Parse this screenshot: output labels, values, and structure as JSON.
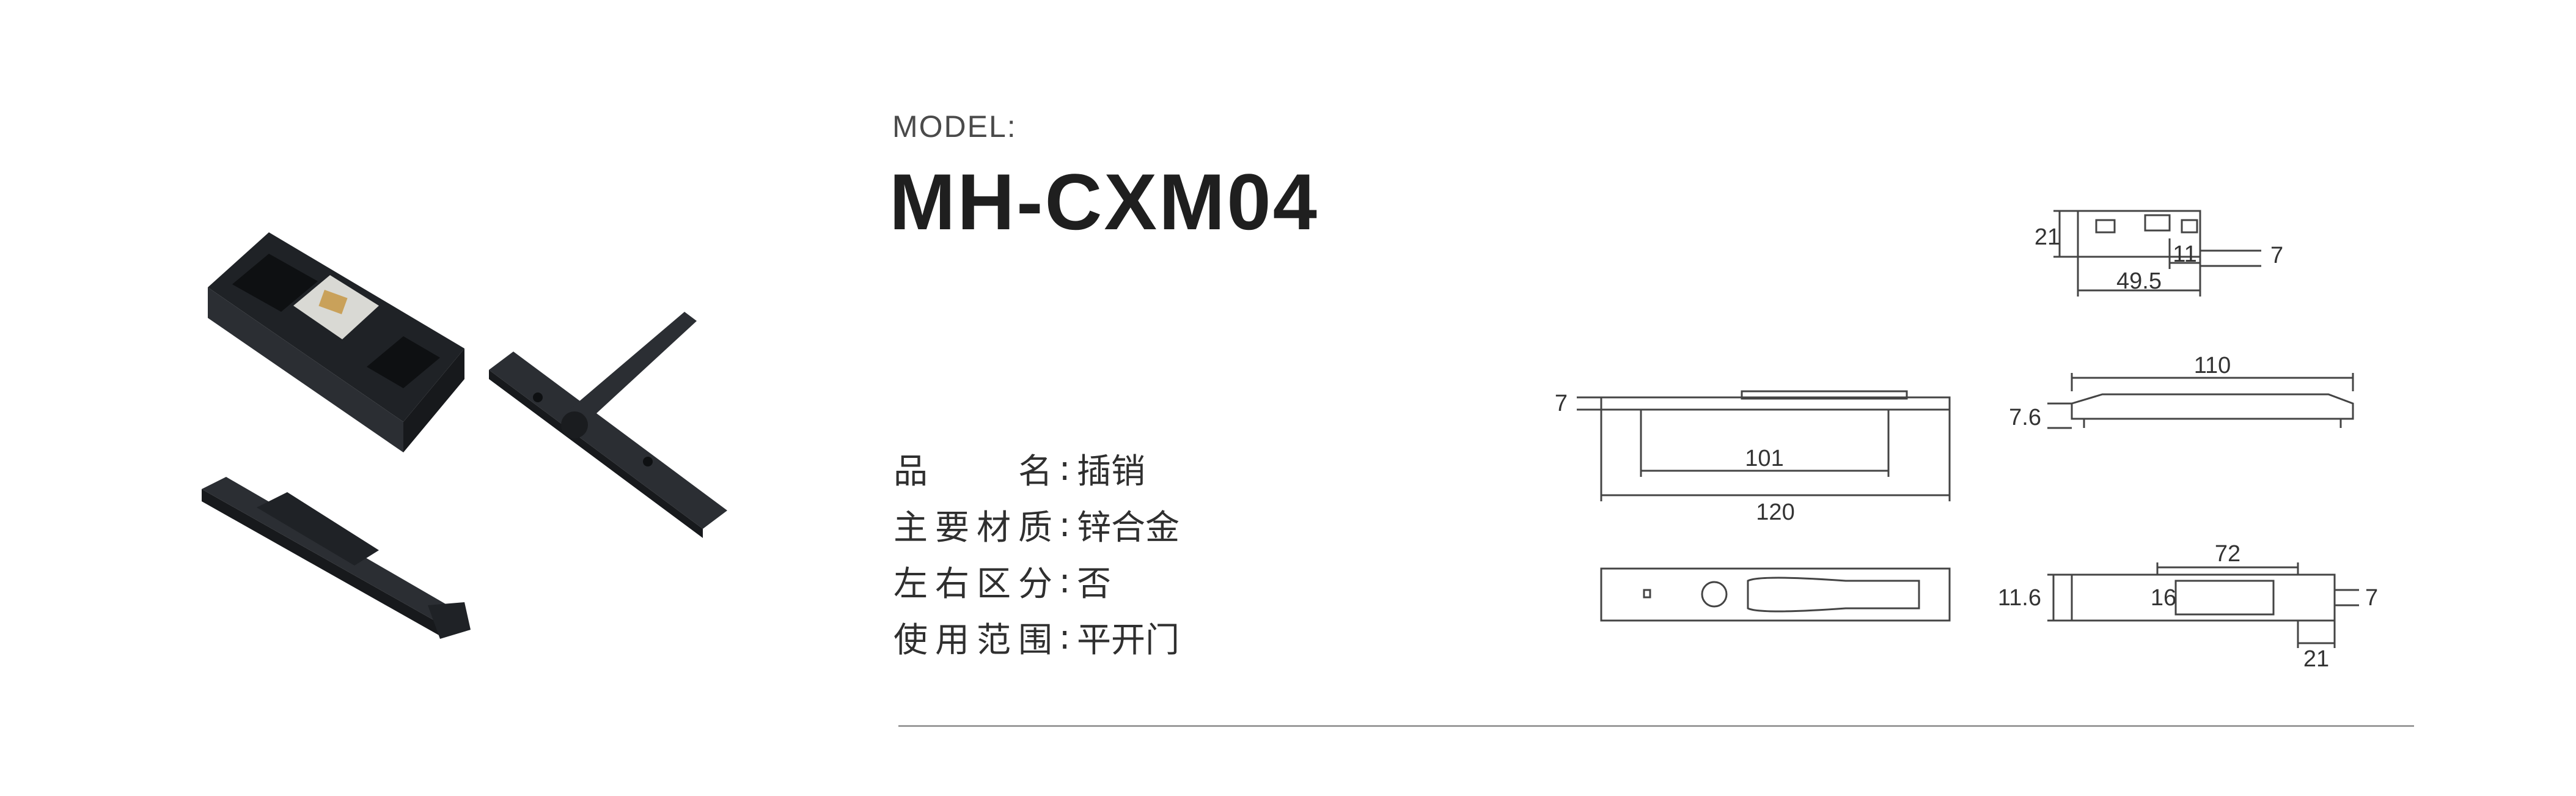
{
  "model": {
    "label": "MODEL:",
    "code": "MH-CXM04"
  },
  "specs": [
    {
      "key": "品名",
      "value": "插销"
    },
    {
      "key": "主要材质",
      "value": "锌合金"
    },
    {
      "key": "左右区分",
      "value": "否"
    },
    {
      "key": "使用范围",
      "value": "平开门"
    }
  ],
  "colon": ":",
  "dimensions": {
    "top_height": "21",
    "top_width": "49.5",
    "top_slot_w": "11",
    "top_slot_h": "7",
    "side_left_h": "7",
    "side_left_inner": "101",
    "side_left_total": "120",
    "side_right_total": "110",
    "side_right_h": "7.6",
    "bottom_right_w": "72",
    "bottom_right_h": "11.6",
    "bottom_right_inner": "16",
    "bottom_right_small": "7",
    "bottom_right_tail": "21"
  },
  "colors": {
    "product_body": "#2b2e33",
    "insert": "#d9d9d4",
    "brass": "#c9a15a",
    "line": "#444444"
  }
}
